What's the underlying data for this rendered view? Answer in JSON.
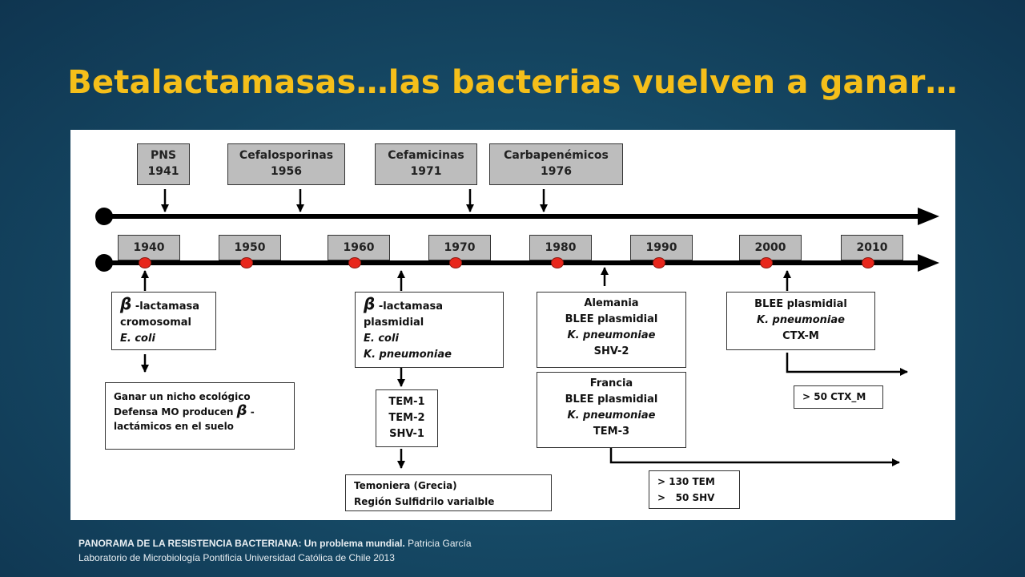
{
  "title": "Betalactamasas…las bacterias vuelven a ganar…",
  "antibiotics": [
    {
      "name": "PNS",
      "year": "1941"
    },
    {
      "name": "Cefalosporinas",
      "year": "1956"
    },
    {
      "name": "Cefamicinas",
      "year": "1971"
    },
    {
      "name": "Carbapenémicos",
      "year": "1976"
    }
  ],
  "decades": [
    "1940",
    "1950",
    "1960",
    "1970",
    "1980",
    "1990",
    "2000",
    "2010"
  ],
  "beta_symbol": "β",
  "box_1940": {
    "l1": "-lactamasa",
    "l2": "cromosomal",
    "l3": "E. coli"
  },
  "box_nicho": {
    "l1": "Ganar un nicho ecológico",
    "l2": "Defensa MO producen",
    "l2b": "-",
    "l3": "lactámicos en el suelo"
  },
  "box_1960": {
    "l1": "-lactamasa",
    "l2": "plasmidial",
    "l3": "E. coli",
    "l4": "K. pneumoniae"
  },
  "box_tem": {
    "l1": "TEM-1",
    "l2": "TEM-2",
    "l3": "SHV-1"
  },
  "box_temoniera": {
    "l1": "Temoniera (Grecia)",
    "l2": "Región Sulfidrilo varialble"
  },
  "box_alemania": {
    "l1": "Alemania",
    "l2": "BLEE plasmidial",
    "l3": "K. pneumoniae",
    "l4": "SHV-2"
  },
  "box_francia": {
    "l1": "Francia",
    "l2": "BLEE plasmidial",
    "l3": "K. pneumoniae",
    "l4": "TEM-3"
  },
  "box_2000": {
    "l1": "BLEE plasmidial",
    "l2": "K. pneumoniae",
    "l3": "CTX-M"
  },
  "box_ctx": {
    "l1": "> 50 CTX_M"
  },
  "box_tem130": {
    "l1": "> 130 TEM",
    "l2": ">   50 SHV"
  },
  "footer": {
    "bold": "PANORAMA DE LA RESISTENCIA BACTERIANA: Un problema mundial.",
    "author": " Patricia García",
    "line2": "Laboratorio de Microbiología Pontificia Universidad Católica de Chile 2013"
  },
  "colors": {
    "title": "#f5bf1a",
    "dot": "#e8271c",
    "year_box": "#bdbdbd"
  }
}
